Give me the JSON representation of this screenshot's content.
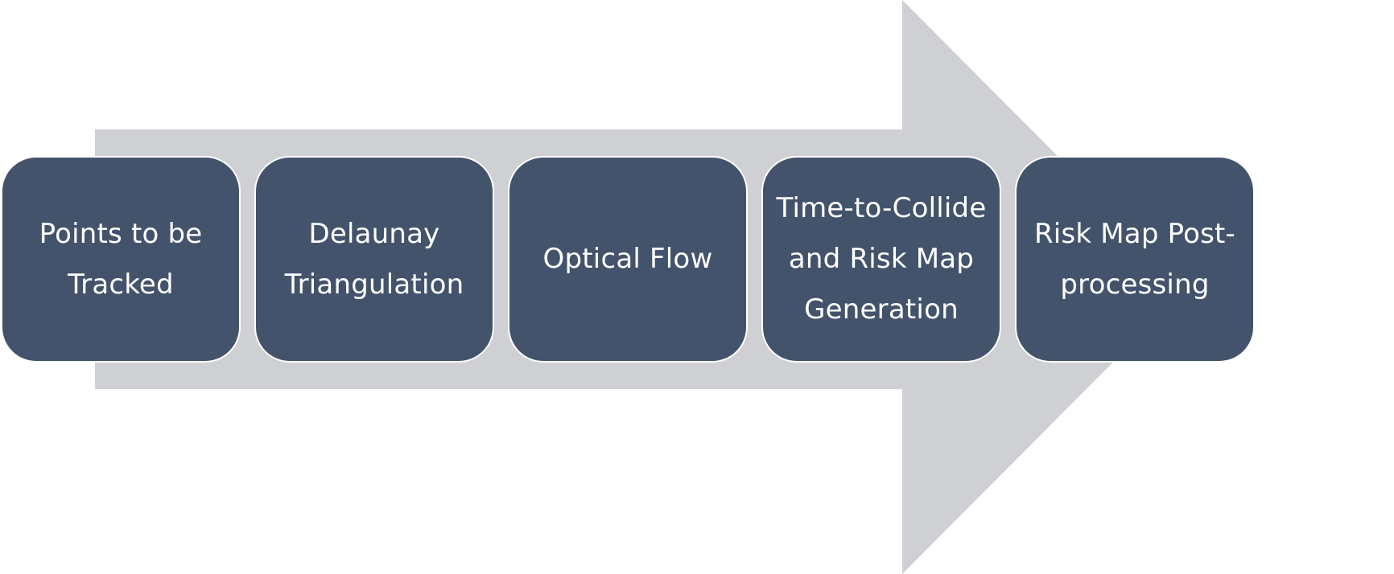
{
  "diagram": {
    "arrow_color": "#cfd0d4",
    "box_color": "#43536b",
    "text_color": "#ffffff",
    "steps": [
      {
        "label": "Points to be\nTracked"
      },
      {
        "label": "Delaunay\nTriangulation"
      },
      {
        "label": "Optical Flow"
      },
      {
        "label": "Time-to-Collide\nand Risk Map\nGeneration"
      },
      {
        "label": "Risk Map Post-\nprocessing"
      }
    ]
  }
}
